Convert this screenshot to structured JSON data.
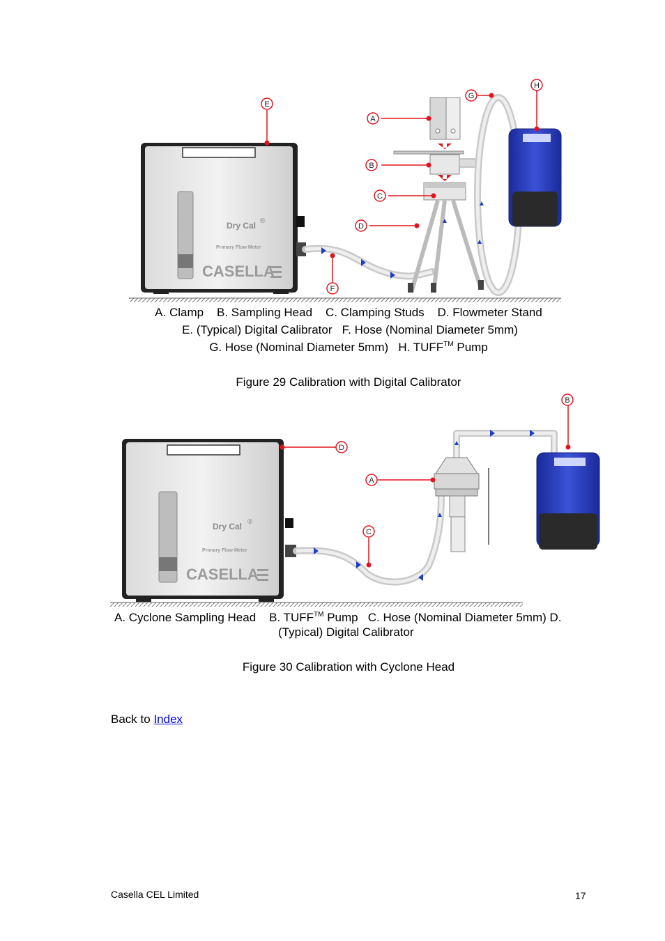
{
  "figure1": {
    "legend_line1": [
      "A. Clamp",
      "B. Sampling Head",
      "C. Clamping Studs",
      "D. Flowmeter Stand"
    ],
    "legend_line2": [
      "E. (Typical) Digital Calibrator",
      "F. Hose (Nominal Diameter 5mm)"
    ],
    "legend_line3_a": "G. Hose (Nominal Diameter 5mm)",
    "legend_line3_b": "H. TUFF",
    "legend_line3_tm": "TM",
    "legend_line3_c": "Pump",
    "caption": "Figure 29 Calibration with Digital Calibrator",
    "callouts": [
      "A",
      "B",
      "C",
      "D",
      "E",
      "F",
      "G",
      "H"
    ],
    "device_brand": "Dry Cal",
    "device_reg": "®",
    "device_subtitle": "Primary Flow Meter",
    "device_logo": "CASELLA"
  },
  "figure2": {
    "legend_line1_a": "A. Cyclone Sampling Head",
    "legend_line1_b": "B.  TUFF",
    "legend_line1_tm": "TM",
    "legend_line1_c": "Pump",
    "legend_line1_d": "C. Hose (Nominal Diameter 5mm) D.",
    "legend_line2": "(Typical) Digital Calibrator",
    "caption": "Figure 30 Calibration with Cyclone Head",
    "callouts": [
      "A",
      "B",
      "C",
      "D"
    ],
    "device_brand": "Dry Cal",
    "device_reg": "®",
    "device_subtitle": "Primary Flow Meter",
    "device_logo": "CASELLA"
  },
  "nav": {
    "back_prefix": "Back to",
    "back_link": "Index"
  },
  "footer": {
    "company": "Casella CEL Limited",
    "page_number": "17"
  },
  "colors": {
    "callout_red": "#e0141e",
    "pump_blue": "#2a3cc0",
    "link_blue": "#0000ee"
  }
}
